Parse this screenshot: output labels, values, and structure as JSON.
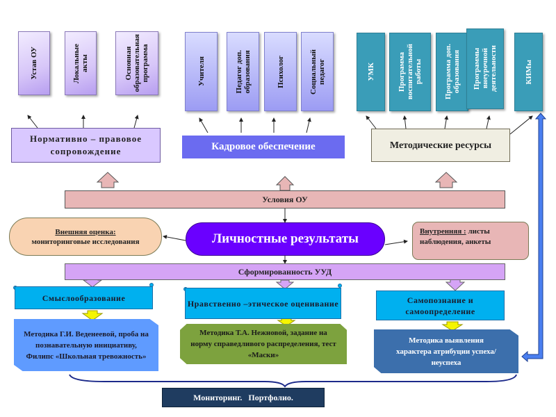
{
  "diagram": {
    "groups": {
      "normative": {
        "title": "Нормативно – правовое сопровождение",
        "items": [
          "Устав ОУ",
          "Локальные\nакты",
          "Основная\nобразовательная\nпрограмма"
        ]
      },
      "staffing": {
        "title": "Кадровое обеспечение",
        "items": [
          "Учителя",
          "Педагог доп.\nобразования",
          "Психолог",
          "Социальный\nпедагог"
        ]
      },
      "methodical": {
        "title": "Методические ресурсы",
        "items": [
          "УМК",
          "Программа\nвоспитательной\nработы",
          "Программа доп.\nобразования",
          "Программы\nвнеурочной\nдеятельности",
          "КИМы"
        ]
      }
    },
    "conditions_band": "Условия ОУ",
    "center": "Личностные результаты",
    "external": {
      "label": "Внешняя оценка:",
      "text": "мониторинговые исследования"
    },
    "internal": {
      "label": "Внутренняя :",
      "text": " листы наблюдения, анкеты"
    },
    "uud_band": "Сформированность УУД",
    "branches": [
      {
        "title": "Смыслообразование",
        "method": "Методика  Г.И. Веденеевой, проба на познавательную инициативу, Филипс «Школьная тревожность»"
      },
      {
        "title": "Нравственно –этическое оценивание",
        "method": "Методика Т.А. Нежновой, задание на норму справедливого распределения, тест «Маски»"
      },
      {
        "title": "Самопознание и самоопределение",
        "method": "Методика выявления характера атрибуции успеха/неуспеха"
      }
    ],
    "monitoring": "Мониторинг.   Портфолио."
  },
  "colors": {
    "center_pill": "#6a00ff",
    "conditions_band": "#e8b6b6",
    "uud_band": "#d5a4f6",
    "scroll": "#00b0ef",
    "teal_boxes": "#3a9db8",
    "staff_note": "#6b6bf0",
    "monitor_box": "#1f3c60",
    "side_arrow": "#4a7ff0"
  }
}
